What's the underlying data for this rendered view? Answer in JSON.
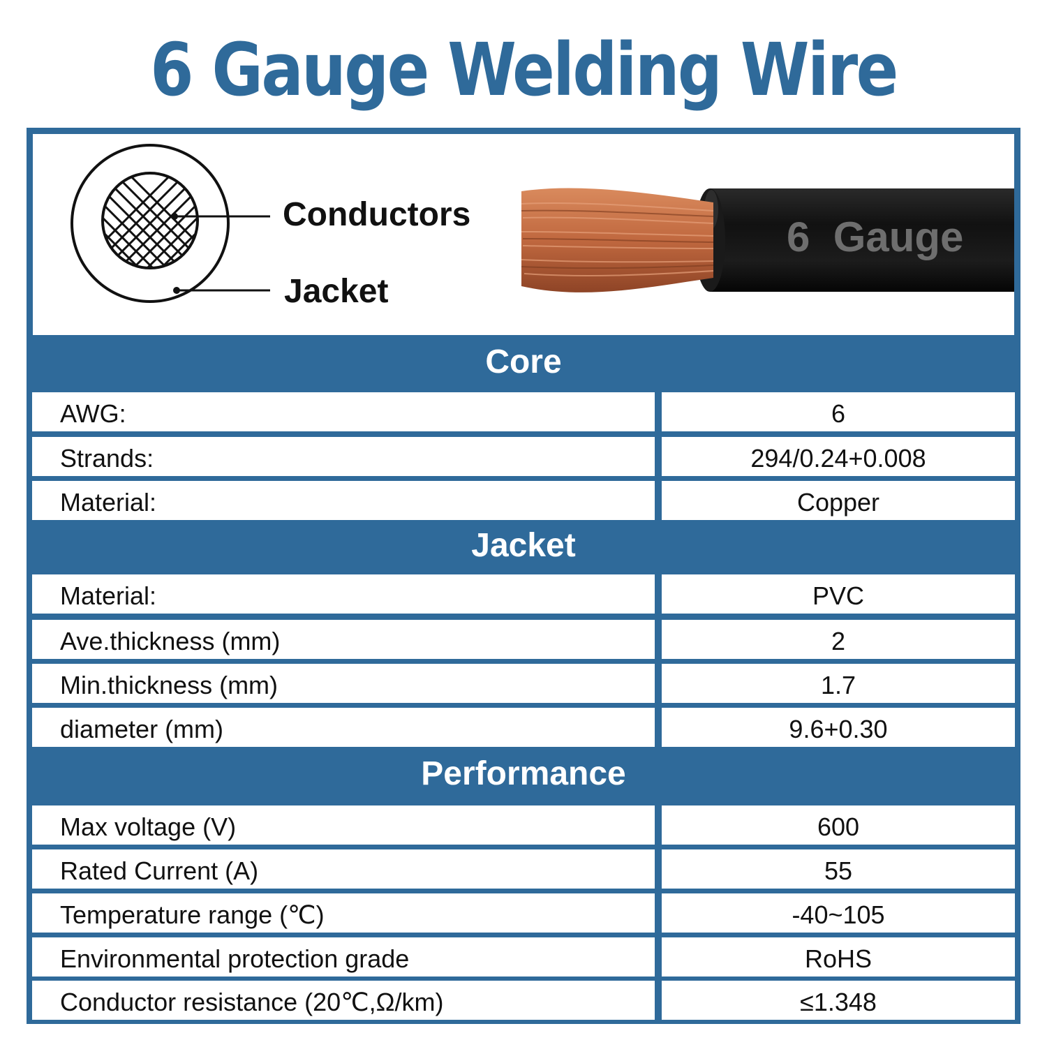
{
  "title": "6 Gauge Welding Wire",
  "colors": {
    "brand": "#2f6a9a",
    "copper": "#c0683f",
    "jacket": "#111111"
  },
  "diagram": {
    "conductors_label": "Conductors",
    "jacket_label": "Jacket",
    "cable_print": "6  Gauge"
  },
  "sections": {
    "core": {
      "title": "Core",
      "rows": [
        {
          "label": "AWG:",
          "value": "6"
        },
        {
          "label": "Strands:",
          "value": "294/0.24+0.008"
        },
        {
          "label": "Material:",
          "value": "Copper"
        }
      ]
    },
    "jacket": {
      "title": "Jacket",
      "rows": [
        {
          "label": "Material:",
          "value": "PVC"
        },
        {
          "label": "Ave.thickness (mm)",
          "value": "2"
        },
        {
          "label": "Min.thickness (mm)",
          "value": "1.7"
        },
        {
          "label": "diameter (mm)",
          "value": "9.6+0.30"
        }
      ]
    },
    "performance": {
      "title": "Performance",
      "rows": [
        {
          "label": "Max voltage (V)",
          "value": "600"
        },
        {
          "label": "Rated Current (A)",
          "value": "55"
        },
        {
          "label": "Temperature range (℃)",
          "value": "-40~105"
        },
        {
          "label": "Environmental protection grade",
          "value": "RoHS"
        },
        {
          "label": "Conductor resistance (20℃,Ω/km)",
          "value": "≤1.348"
        }
      ]
    }
  }
}
